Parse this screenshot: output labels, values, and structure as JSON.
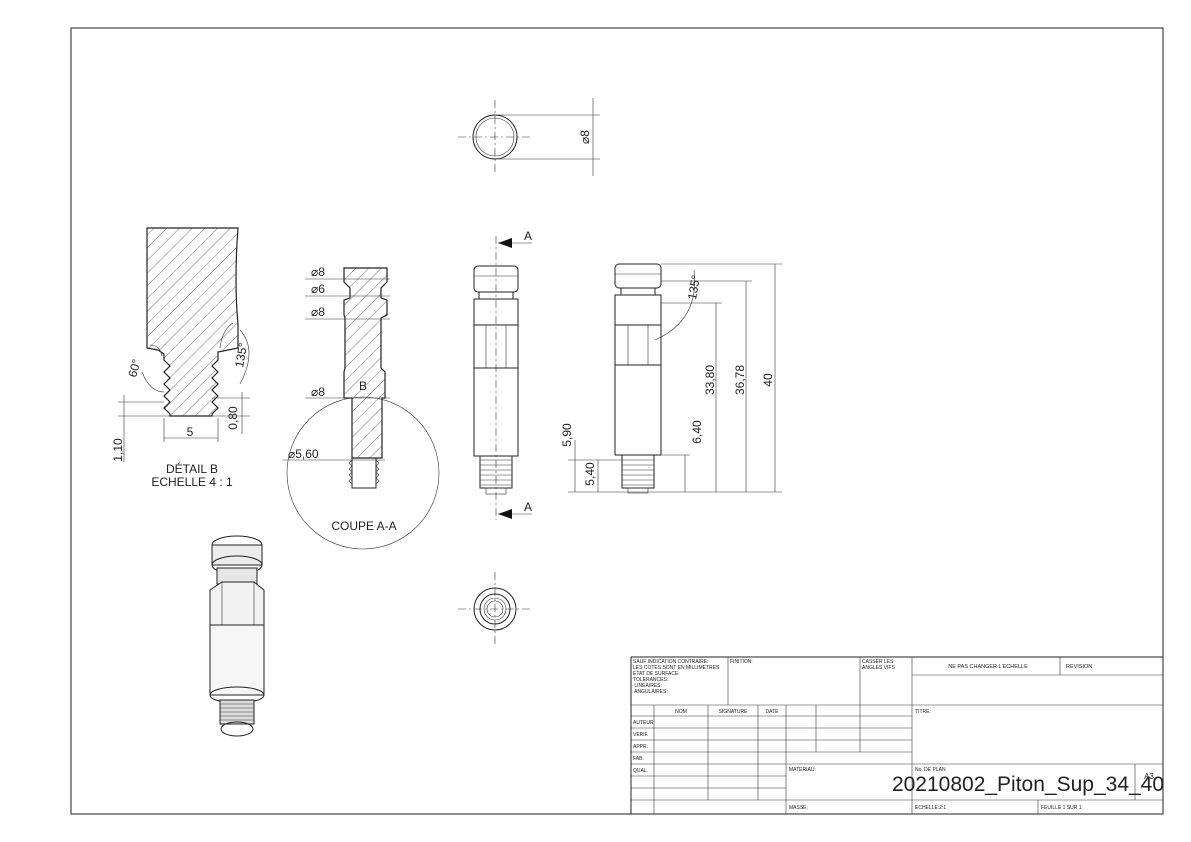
{
  "views": {
    "top_dim": "⌀8",
    "detail": {
      "title": "DÉTAIL B",
      "scale": "ECHELLE 4 : 1",
      "angle_60": "60°",
      "angle_135": "135°",
      "dim_5": "5",
      "dim_110": "1,10",
      "dim_080": "0,80"
    },
    "section": {
      "d1": "⌀8",
      "d2": "⌀6",
      "d3": "⌀8",
      "d4": "⌀8",
      "d5": "⌀5,60",
      "label_b": "B",
      "title": "COUPE A-A"
    },
    "front": {
      "label_a_top": "A",
      "label_a_bot": "A"
    },
    "side": {
      "angle": "135°",
      "d_3380": "33,80",
      "d_3678": "36,78",
      "d_40": "40",
      "d_640": "6,40",
      "d_590": "5,90",
      "d_540": "5,40"
    }
  },
  "title_block": {
    "general_note": [
      "SAUF INDICATION CONTRAIRE:",
      "LES COTES SONT EN MILLIMETRES",
      "ETAT DE SURFACE:",
      "TOLERANCES:",
      "   LINEAIRES:",
      "   ANGULAIRES:"
    ],
    "finition": "FINITION:",
    "casser": [
      "CASSER LES",
      "ANGLES VIFS"
    ],
    "ne_pas": "NE PAS CHANGER L'ECHELLE",
    "revision": "REVISION",
    "col_nom": "NOM",
    "col_signature": "SIGNATURE",
    "col_date": "DATE",
    "rows": [
      "AUTEUR",
      "VERIF.",
      "APPR.",
      "FAB.",
      "QUAL."
    ],
    "titre": "TITRE:",
    "materiau": "MATERIAU:",
    "no_plan": "No. DE PLAN",
    "drawing_number": "20210802_Piton_Sup_34_40",
    "format": "A3",
    "masse": "MASSE:",
    "echelle": "ECHELLE:2:1",
    "feuille": "FEUILLE 1 SUR 1"
  }
}
